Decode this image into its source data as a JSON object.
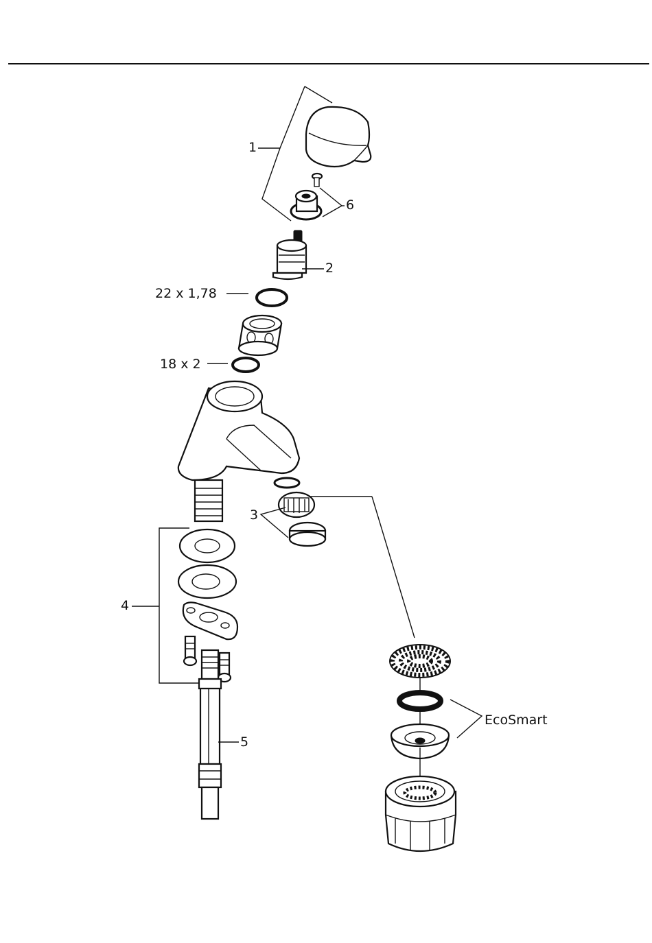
{
  "callouts": {
    "handle": "1",
    "cartridge": "2",
    "aerator": "3",
    "mounting_set": "4",
    "connection_hose": "5",
    "screw_set": "6",
    "oring_large": "22 x 1,78",
    "oring_small": "18 x 2",
    "ecosmart": "EcoSmart"
  },
  "colors": {
    "line": "#111111",
    "background": "#ffffff"
  }
}
